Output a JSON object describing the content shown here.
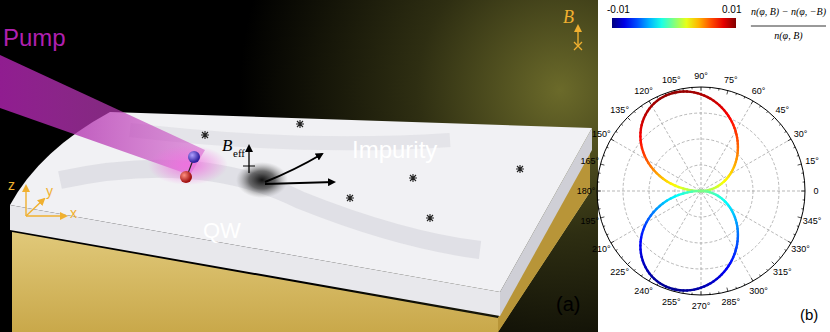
{
  "diagram": {
    "labels": [
      "Pump",
      "B",
      "B",
      "eff",
      "Impurity",
      "QW",
      "z",
      "y",
      "x",
      "(a)",
      "(b)",
      "-0.01",
      "0.01",
      "n(φ, B) − n(φ, −B)",
      "n(φ, B)",
      "0",
      "15°",
      "30°",
      "45°",
      "60°",
      "75°",
      "90°",
      "105°",
      "120°",
      "135°",
      "150°",
      "165°",
      "180°",
      "195°",
      "210°",
      "225°",
      "240°",
      "255°",
      "270°",
      "285°",
      "300°",
      "315°",
      "330°",
      "345°"
    ]
  }
}
